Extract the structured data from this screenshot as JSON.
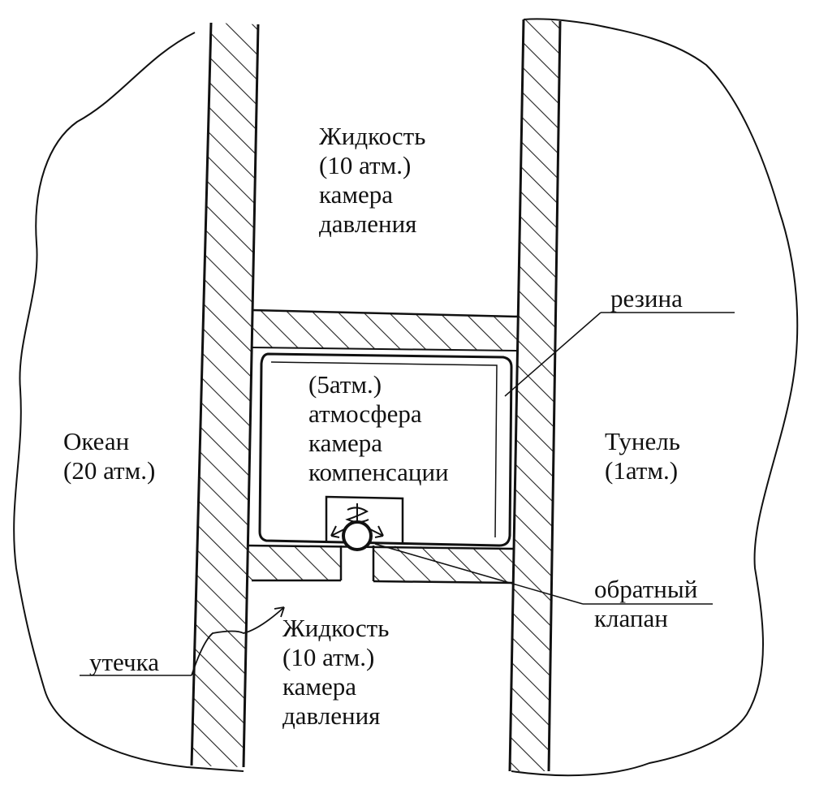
{
  "upper_chamber": {
    "lines": [
      "Жидкость",
      "(10 атм.)",
      "камера",
      "давления"
    ]
  },
  "compensation_chamber": {
    "lines": [
      "(5атм.)",
      "атмосфера",
      "камера",
      "компенсации"
    ]
  },
  "lower_chamber": {
    "lines": [
      "Жидкость",
      "(10 атм.)",
      "камера",
      "давления"
    ]
  },
  "ocean": {
    "lines": [
      "Океан",
      "(20 атм.)"
    ]
  },
  "tunnel": {
    "lines": [
      "Тунель",
      "(1атм.)"
    ]
  },
  "callouts": {
    "rubber": "резина",
    "check_valve": [
      "обратный",
      "клапан"
    ],
    "leak": "утечка"
  }
}
